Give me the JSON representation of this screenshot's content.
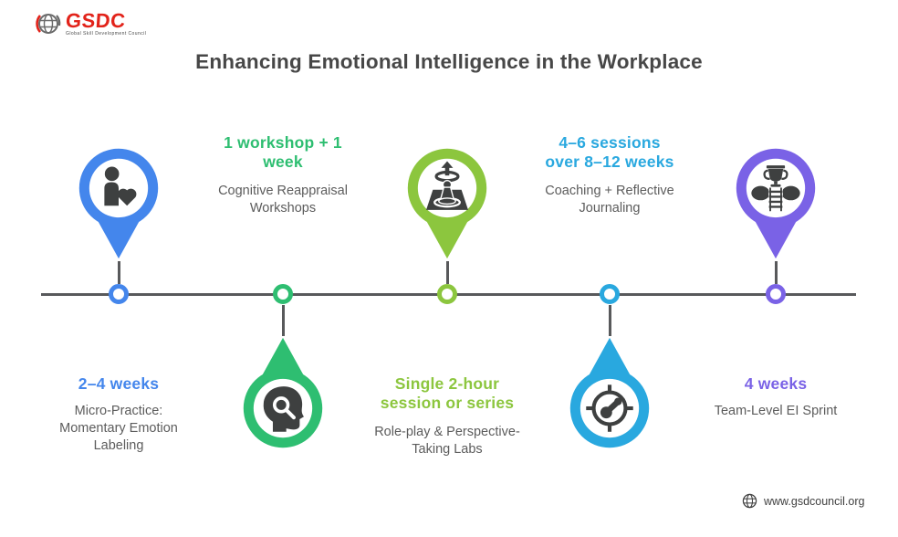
{
  "header": {
    "title": "Enhancing Emotional Intelligence in the Workplace"
  },
  "logo": {
    "name": "GSDC",
    "tagline": "Global Skill Development Council"
  },
  "footer": {
    "url": "www.gsdcouncil.org"
  },
  "timeline": {
    "line_color": "#58595B",
    "milestones": [
      {
        "id": 1,
        "duration": "2–4 weeks",
        "label": "Micro-Practice:\nMomentary Emotion\nLabeling",
        "color": "#4486EC",
        "icon": "person-heart-icon",
        "pin_direction": "down"
      },
      {
        "id": 2,
        "duration": "1 workshop + 1\nweek",
        "label": "Cognitive Reappraisal\nWorkshops",
        "color": "#2EBE71",
        "icon": "head-magnifier-icon",
        "pin_direction": "up"
      },
      {
        "id": 3,
        "duration": "Single 2-hour\nsession or series",
        "label": "Role-play & Perspective-\nTaking Labs",
        "color": "#8CC63E",
        "icon": "strategy-pawn-icon",
        "pin_direction": "down"
      },
      {
        "id": 4,
        "duration": "4–6 sessions\nover 8–12 weeks",
        "label": "Coaching + Reflective\nJournaling",
        "color": "#29A8DF",
        "icon": "gauge-icon",
        "pin_direction": "up"
      },
      {
        "id": 5,
        "duration": "4 weeks",
        "label": "Team-Level EI Sprint",
        "color": "#7A62E6",
        "icon": "trophy-ladder-icon",
        "pin_direction": "down"
      }
    ]
  }
}
